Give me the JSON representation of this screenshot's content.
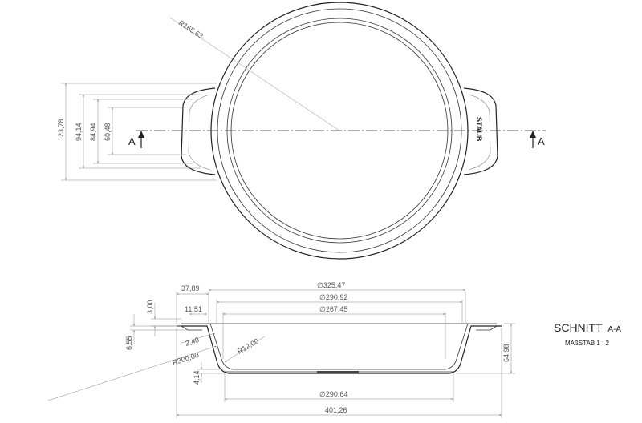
{
  "top_view": {
    "radius_label": "R165,63",
    "section_marker_left": "A",
    "section_marker_right": "A",
    "brand_mark": "STAUB",
    "height_dims": [
      "123,78",
      "94,14",
      "84,94",
      "60,48"
    ]
  },
  "section_view": {
    "title": "SCHNITT",
    "title_suffix": "A-A",
    "scale": "MAßSTAB 1 : 2",
    "dims": {
      "handle_width": "37,89",
      "dia_top": "∅325,47",
      "dia_inner": "∅290,92",
      "dia_bottom_inner": "∅267,45",
      "rim_width": "11,51",
      "rim_height": "3,00",
      "side_height": "6,55",
      "wall": "2,40",
      "fillet": "R12,00",
      "big_radius": "R300,00",
      "base": "4,14",
      "dia_base": "∅290,64",
      "overall_width": "401,26",
      "overall_height": "64,98"
    }
  }
}
